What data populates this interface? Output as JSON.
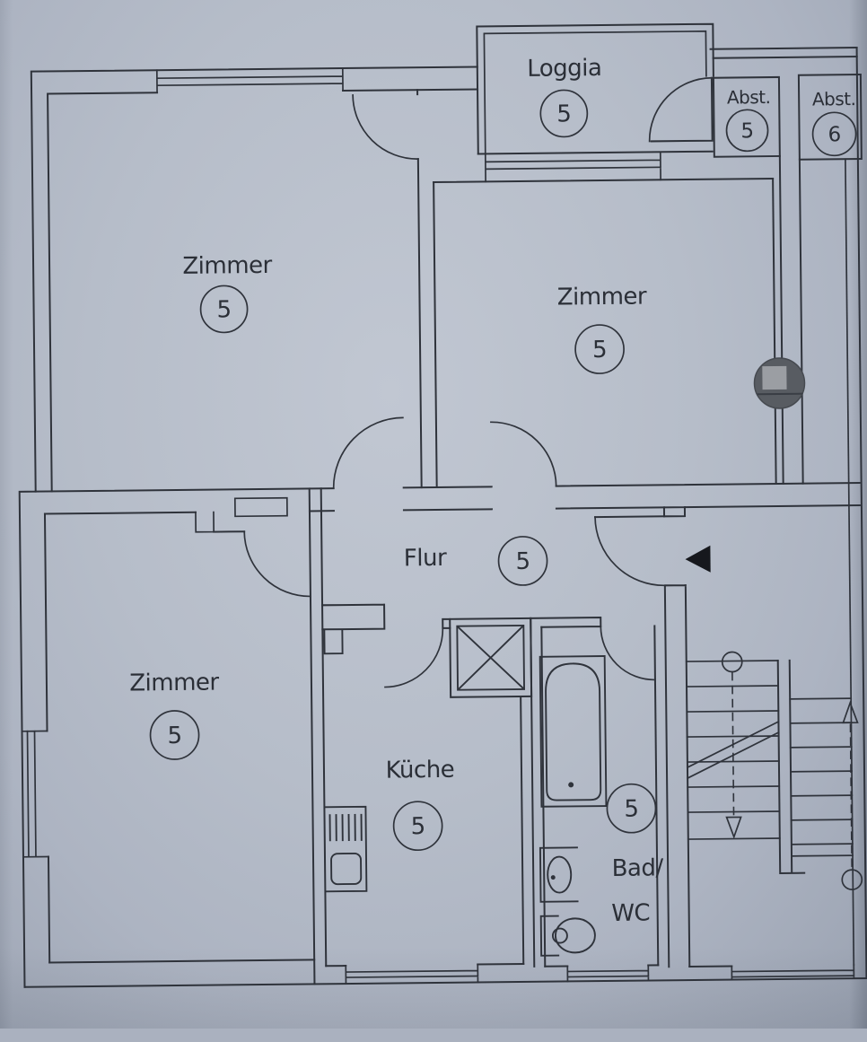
{
  "title": "Wohnungsgrundriss (apartment floor plan photo)",
  "colors": {
    "paper": "#b6bdc9",
    "line": "#2f333b",
    "text": "#2b2f37",
    "punch_dark": "#585c62",
    "punch_light": "#9b9ea3",
    "arrow": "#16181d"
  },
  "rooms": {
    "loggia": {
      "label": "Loggia",
      "number": "5"
    },
    "abst_5": {
      "label": "Abst.",
      "number": "5"
    },
    "abst_6": {
      "label": "Abst.",
      "number": "6"
    },
    "zimmer_top_left": {
      "label": "Zimmer",
      "number": "5"
    },
    "zimmer_right": {
      "label": "Zimmer",
      "number": "5"
    },
    "zimmer_bottom_left": {
      "label": "Zimmer",
      "number": "5"
    },
    "flur": {
      "label": "Flur",
      "number": "5"
    },
    "kueche": {
      "label": "Küche",
      "number": "5"
    },
    "bad_wc": {
      "label_line1": "Bad/",
      "label_line2": "WC",
      "number": "5"
    }
  },
  "symbols": {
    "entrance_arrow": "left-pointing solid triangle at apartment entry",
    "stair_up_arrow": "up triangle on right stair flight",
    "stair_down_arrow": "down triangle on left stair flight",
    "hole_punch": "punched hole in paper over right wall",
    "shaft": "crossed duct/shaft box",
    "bathtub": "bathtub",
    "sink": "wash basin",
    "toilet": "WC",
    "kitchen_sink": "kitchen sink unit with drainer"
  }
}
